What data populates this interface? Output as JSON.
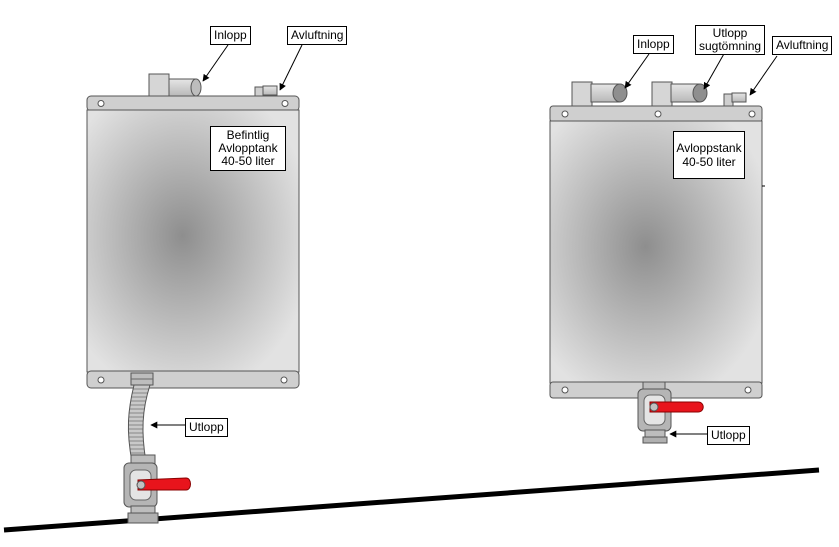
{
  "tank_left": {
    "inlet_label": "Inlopp",
    "vent_label": "Avluftning",
    "outlet_label": "Utlopp",
    "desc_line1": "Befintlig",
    "desc_line2": "Avlopptank",
    "desc_line3": "40-50 liter"
  },
  "tank_right": {
    "inlet_label": "Inlopp",
    "suction_line1": "Utlopp",
    "suction_line2": "sugtömning",
    "vent_label": "Avluftning",
    "outlet_label": "Utlopp",
    "desc_line1": "Avloppstank",
    "desc_line2": "40-50 liter"
  },
  "colors": {
    "tank_center": "#8e8e8e",
    "tank_edge": "#e2e2e2",
    "valve_handle": "#e8141c",
    "ground": "#000000"
  }
}
